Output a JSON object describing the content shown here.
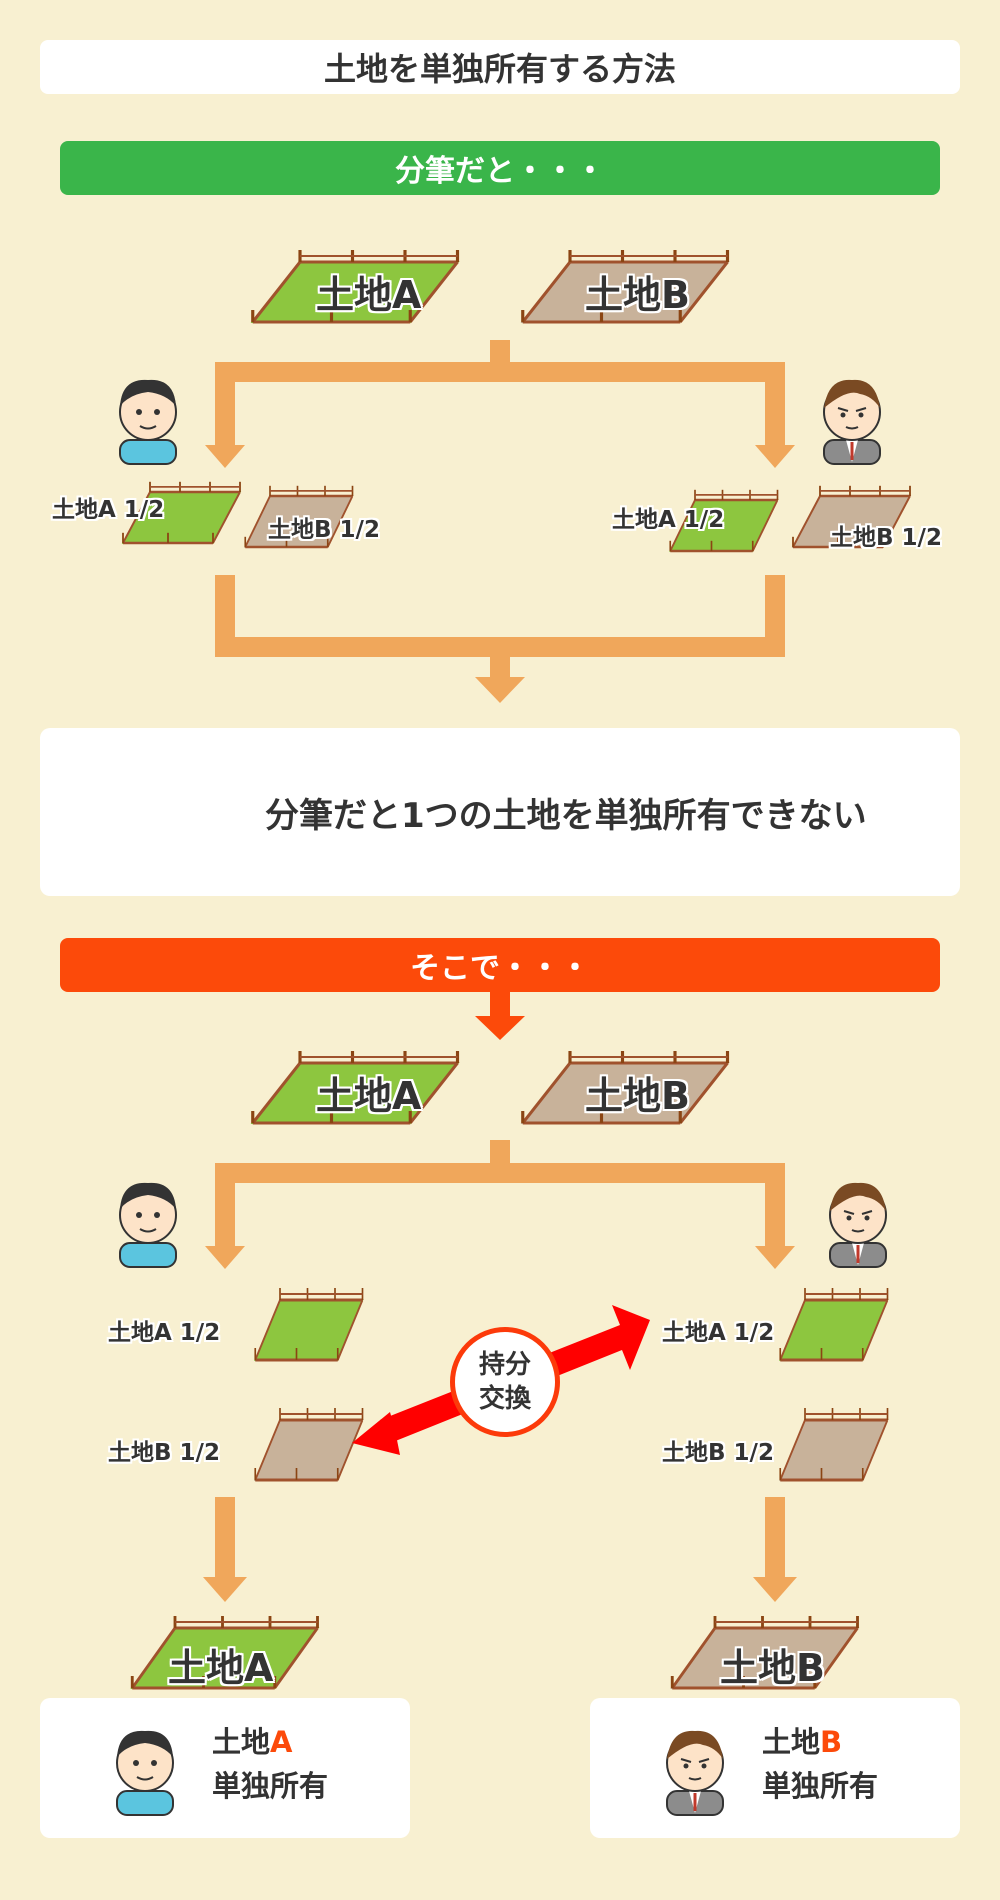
{
  "title": "土地を単独所有する方法",
  "section1": {
    "banner": "分筆だと・・・",
    "land_a": "土地A",
    "land_b": "土地B",
    "left_a": "土地A 1/2",
    "left_b": "土地B 1/2",
    "right_a": "土地A 1/2",
    "right_b": "土地B 1/2",
    "result": "分筆だと1つの土地を単独所有できない"
  },
  "section2": {
    "banner": "そこで・・・",
    "land_a": "土地A",
    "land_b": "土地B",
    "left_a": "土地A 1/2",
    "left_b": "土地B 1/2",
    "right_a": "土地A 1/2",
    "right_b": "土地B 1/2",
    "exchange_line1": "持分",
    "exchange_line2": "交換",
    "final_a": "土地A",
    "final_b": "土地B",
    "owner_a_prefix": "土地",
    "owner_a_letter": "A",
    "owner_a_line2": "単独所有",
    "owner_b_prefix": "土地",
    "owner_b_letter": "B",
    "owner_b_line2": "単独所有"
  },
  "colors": {
    "green_land": "#8dc63f",
    "brown_land": "#c8b29a",
    "fence": "#a0522d",
    "arrow": "#f0a75b",
    "banner_green": "#3ab54a",
    "banner_red": "#fc4a0a",
    "exchange_arrow": "#ff0000"
  }
}
